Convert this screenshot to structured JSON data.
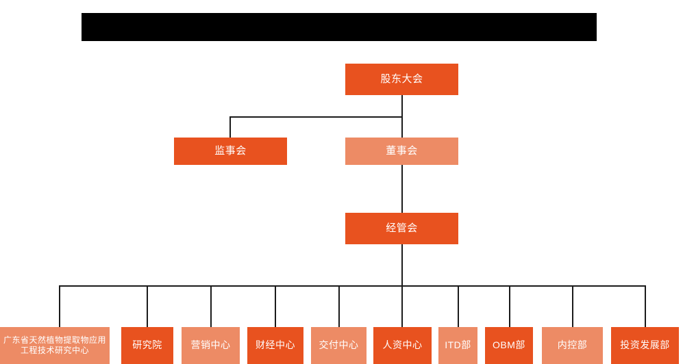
{
  "diagram": {
    "type": "org-chart",
    "title_bar": {
      "label": "",
      "redacted": true,
      "color": "#000000"
    },
    "colors": {
      "accent_dark": "#E8521F",
      "accent_light": "#ED8B65",
      "connector": "#1a1a1a",
      "background": "#FFFFFF",
      "text": "#FFFFFF"
    },
    "levels": {
      "level1": {
        "label": "股东大会",
        "shade": "dark"
      },
      "level2": [
        {
          "label": "监事会",
          "shade": "dark"
        },
        {
          "label": "董事会",
          "shade": "light"
        }
      ],
      "level3": {
        "label": "经管会",
        "shade": "dark"
      },
      "level4": [
        {
          "label": "广东省天然植物提取物应用工程技术研究中心",
          "shade": "light"
        },
        {
          "label": "研究院",
          "shade": "dark"
        },
        {
          "label": "营销中心",
          "shade": "light"
        },
        {
          "label": "财经中心",
          "shade": "dark"
        },
        {
          "label": "交付中心",
          "shade": "light"
        },
        {
          "label": "人资中心",
          "shade": "dark"
        },
        {
          "label": "ITD部",
          "shade": "light"
        },
        {
          "label": "OBM部",
          "shade": "dark"
        },
        {
          "label": "内控部",
          "shade": "light"
        },
        {
          "label": "投资发展部",
          "shade": "dark"
        }
      ]
    }
  }
}
